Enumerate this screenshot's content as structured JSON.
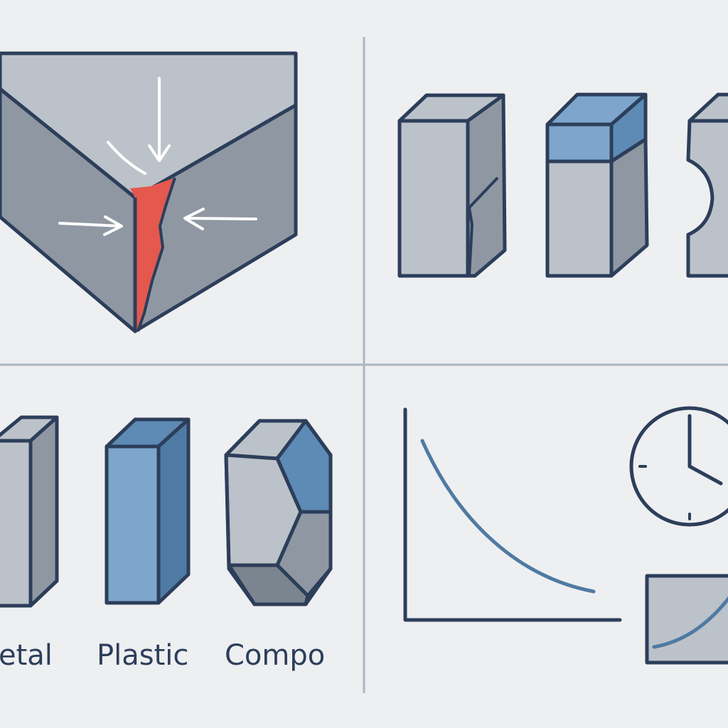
{
  "labels": {
    "metal": "etal",
    "plastic": "Plastic",
    "composite": "Compo"
  },
  "colors": {
    "background": "#eeeff1",
    "outline": "#2c3e5a",
    "gray_light": "#bcc2c9",
    "gray_mid": "#8f98a2",
    "gray_dark": "#7b858f",
    "blue_light": "#7ea6cc",
    "blue_mid": "#5d8bb6",
    "blue_dark": "#4f7aa3",
    "crack_red": "#e4584e",
    "divider": "#aab6c2"
  },
  "icons": [
    "fracture-block-icon",
    "force-arrow-icon",
    "crack-icon",
    "cracked-block-icon",
    "coated-block-icon",
    "notched-block-icon",
    "metal-block-icon",
    "plastic-block-icon",
    "composite-block-icon",
    "decay-curve-icon",
    "clock-icon",
    "small-curve-chart-icon"
  ]
}
